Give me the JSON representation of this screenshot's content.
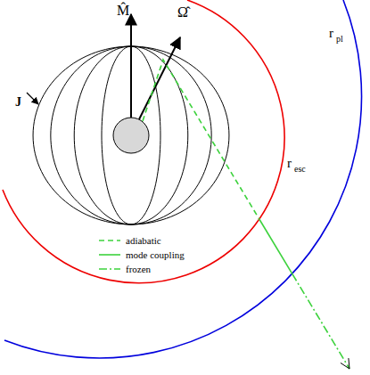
{
  "diagram": {
    "labels": [
      "M̂",
      "Ω̂",
      "J",
      "r",
      "esc",
      "r",
      "pl"
    ],
    "legend": [
      {
        "text": "adiabatic"
      },
      {
        "text": "mode coupling"
      },
      {
        "text": "frozen"
      }
    ]
  }
}
